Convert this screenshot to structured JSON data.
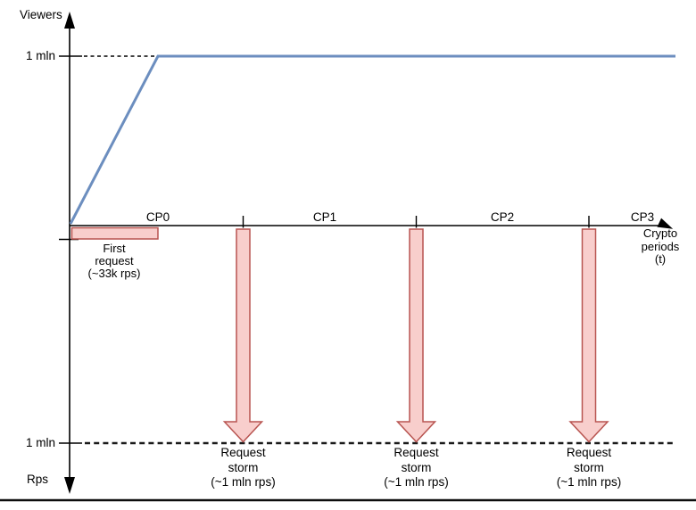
{
  "colors": {
    "line_blue": "#6c8ebf",
    "storm_fill": "#f8cecc",
    "storm_stroke": "#b85450",
    "axis_black": "#000000"
  },
  "diagram": {
    "viewers_axis": {
      "label": "Viewers",
      "max_tick": "1 mln"
    },
    "rps_axis": {
      "label": "Rps",
      "max_tick": "1 mln"
    },
    "time_axis": {
      "periods": [
        "CP0",
        "CP1",
        "CP2",
        "CP3"
      ],
      "axis_label": "Crypto\nperiods\n(t)"
    },
    "first_request": {
      "label": "First\nrequest\n(~33k rps)"
    },
    "request_storms": [
      {
        "label": "Request\nstorm\n(~1 mln rps)"
      },
      {
        "label": "Request\nstorm\n(~1 mln rps)"
      },
      {
        "label": "Request\nstorm\n(~1 mln rps)"
      }
    ]
  }
}
